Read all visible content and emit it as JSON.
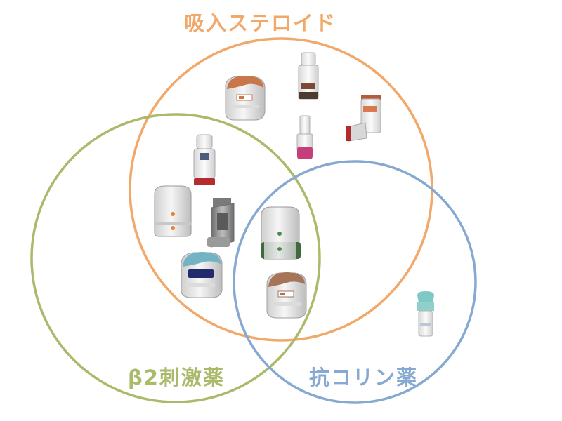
{
  "diagram": {
    "sets": {
      "inhaled_steroid": {
        "label": "吸入ステロイド",
        "color": "#f2a869"
      },
      "beta2_agonist": {
        "label": "β2刺激薬",
        "color": "#a9ba6a"
      },
      "anticholinergic": {
        "label": "抗コリン薬",
        "color": "#86a9d2"
      }
    },
    "devices": [
      {
        "id": "device-ics-only-disk-orange",
        "sets": [
          "inhaled_steroid"
        ]
      },
      {
        "id": "device-ics-only-canister-brown",
        "sets": [
          "inhaled_steroid"
        ]
      },
      {
        "id": "device-ics-only-canister-pink",
        "sets": [
          "inhaled_steroid"
        ]
      },
      {
        "id": "device-ics-only-spacer-red",
        "sets": [
          "inhaled_steroid"
        ]
      },
      {
        "id": "device-ics-b2-canister-red",
        "sets": [
          "inhaled_steroid",
          "beta2_agonist"
        ]
      },
      {
        "id": "device-ics-b2-ellipta-orange",
        "sets": [
          "inhaled_steroid",
          "beta2_agonist"
        ]
      },
      {
        "id": "device-ics-b2-turbuhaler-gray",
        "sets": [
          "inhaled_steroid",
          "beta2_agonist"
        ]
      },
      {
        "id": "device-ics-b2-disk-blue",
        "sets": [
          "inhaled_steroid",
          "beta2_agonist"
        ]
      },
      {
        "id": "device-triple-ellipta-green",
        "sets": [
          "inhaled_steroid",
          "beta2_agonist",
          "anticholinergic"
        ]
      },
      {
        "id": "device-triple-disk-brown",
        "sets": [
          "inhaled_steroid",
          "beta2_agonist",
          "anticholinergic"
        ]
      },
      {
        "id": "device-anticholinergic-respimat",
        "sets": [
          "anticholinergic"
        ]
      }
    ]
  }
}
